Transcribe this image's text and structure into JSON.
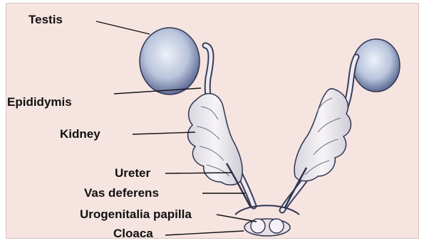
{
  "diagram": {
    "labels": {
      "testis": "Testis",
      "epididymis": "Epididymis",
      "kidney": "Kidney",
      "ureter": "Ureter",
      "vas_deferens": "Vas deferens",
      "urogenital_papilla": "Urogenitalia papilla",
      "cloaca": "Cloaca"
    },
    "colors": {
      "background": "#f6e4e1",
      "testis": "#c6cfe2",
      "organ_outline": "#2f3550",
      "kidney": "#f1eef0"
    }
  }
}
